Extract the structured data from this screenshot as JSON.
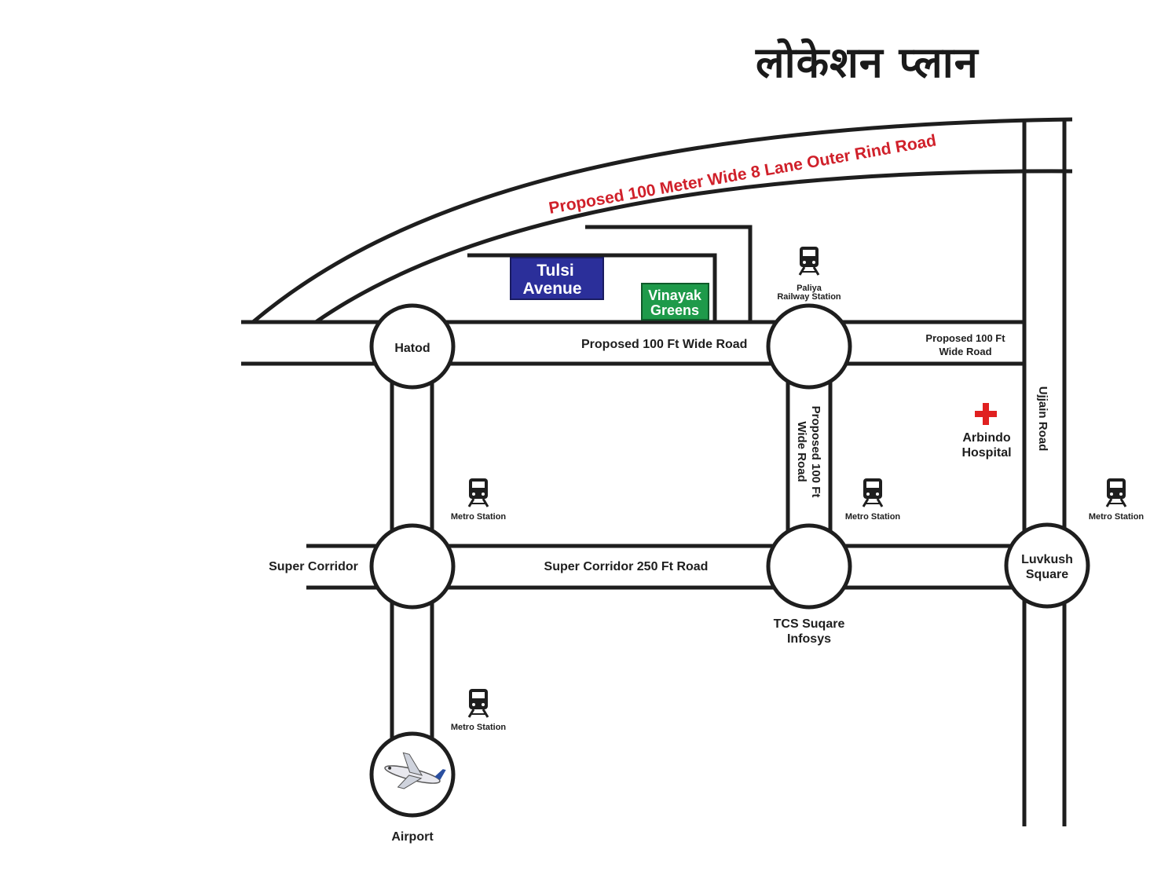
{
  "title": "लोकेशन प्लान",
  "roads": {
    "outer_ring": "Proposed 100 Meter Wide 8 Lane Outer Rind Road",
    "hatod_road": "Proposed 100 Ft Wide Road",
    "east_road_line1": "Proposed 100 Ft",
    "east_road_line2": "Wide Road",
    "vertical_road_line1": "Proposed 100 Ft",
    "vertical_road_line2": "Wide Road",
    "super_corridor": "Super Corridor",
    "super_corridor_road": "Super Corridor 250 Ft Road",
    "ujjain_road": "Ujjain Road"
  },
  "projects": {
    "tulsi_line1": "Tulsi",
    "tulsi_line2": "Avenue",
    "vinayak_line1": "Vinayak",
    "vinayak_line2": "Greens"
  },
  "junctions": {
    "hatod": "Hatod",
    "luvkush_line1": "Luvkush",
    "luvkush_line2": "Square",
    "tcs_line1": "TCS Suqare",
    "tcs_line2": "Infosys",
    "airport": "Airport"
  },
  "landmarks": {
    "paliya_line1": "Paliya",
    "paliya_line2": "Railway Station",
    "metro": "Metro Station",
    "hospital_line1": "Arbindo",
    "hospital_line2": "Hospital"
  },
  "colors": {
    "road_label_red": "#d0202a",
    "tulsi_bg": "#2b2f9a",
    "vinayak_bg": "#1e9a4a",
    "hospital_cross": "#e02020",
    "ink": "#1e1e1e"
  },
  "icons": {
    "train": "train-icon",
    "plane": "airplane-icon",
    "hospital": "hospital-cross-icon"
  }
}
